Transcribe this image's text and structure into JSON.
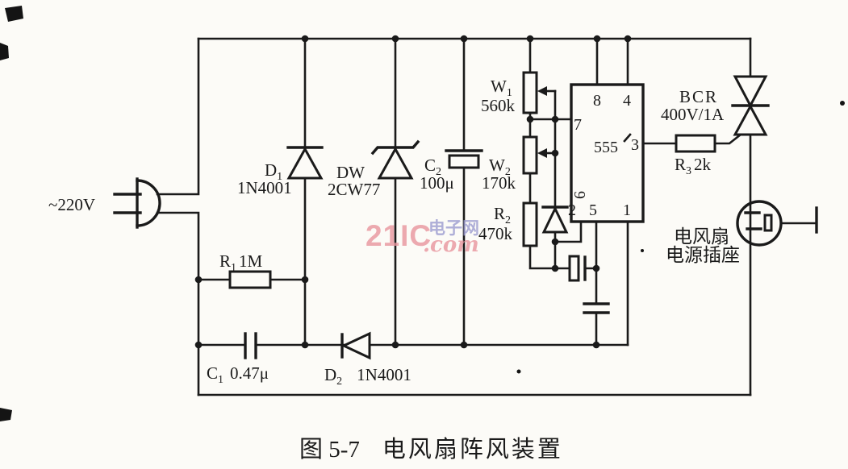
{
  "figure": {
    "number": "图 5-7",
    "title": "电风扇阵风装置"
  },
  "power_input": {
    "label": "~220V"
  },
  "components": {
    "r1": {
      "ref": "R",
      "sub": "1",
      "value": "1M"
    },
    "c1": {
      "ref": "C",
      "sub": "1",
      "value": "0.47μ"
    },
    "d2": {
      "ref": "D",
      "sub": "2",
      "value": "1N4001"
    },
    "d1": {
      "ref": "D",
      "sub": "1",
      "value": "1N4001"
    },
    "dw": {
      "ref": "DW",
      "value": "2CW77"
    },
    "c2": {
      "ref": "C",
      "sub": "2",
      "value": "100μ"
    },
    "w1": {
      "ref": "W",
      "sub": "1",
      "value": "560k"
    },
    "w2": {
      "ref": "W",
      "sub": "2",
      "value": "170k"
    },
    "r2": {
      "ref": "R",
      "sub": "2",
      "value": "470k"
    },
    "r3": {
      "ref": "R",
      "sub": "3",
      "value": "2k"
    },
    "bcr": {
      "ref": "BCR",
      "value": "400V/1A"
    },
    "socket": {
      "label_line1": "电风扇",
      "label_line2": "电源插座"
    }
  },
  "ic": {
    "label": "555",
    "pin8": "8",
    "pin4": "4",
    "pin7": "7",
    "pin3": "3",
    "pin6": "6",
    "pin2": "2",
    "pin5": "5",
    "pin1": "1"
  },
  "watermark": {
    "brand": "21IC",
    "suffix": ".com",
    "site": "电子网",
    "brand_color": "#e9959e",
    "site_color": "#9b9bd0"
  },
  "colors": {
    "ink": "#1a1a1a",
    "paper": "#fcfbf7"
  }
}
